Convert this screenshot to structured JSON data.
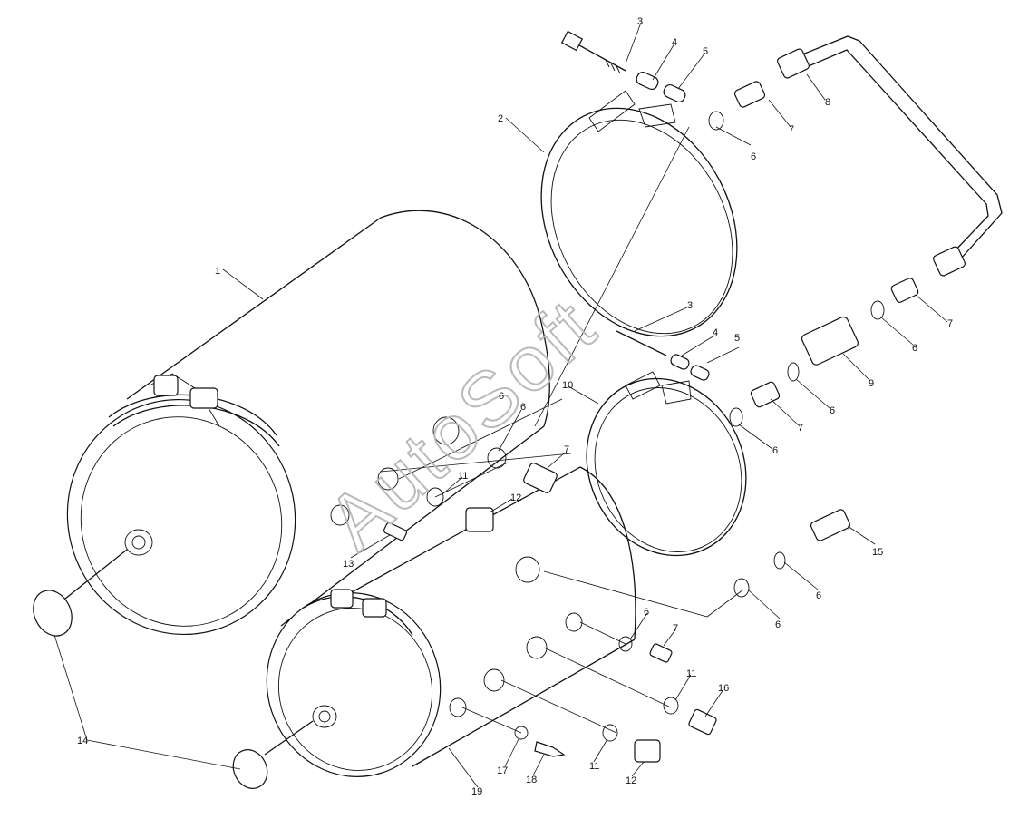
{
  "watermark": "AutoSoft",
  "callouts": {
    "c1": "1",
    "c2": "2",
    "c3a": "3",
    "c3b": "3",
    "c4a": "4",
    "c4b": "4",
    "c5a": "5",
    "c5b": "5",
    "c6a": "6",
    "c6b": "6",
    "c6c": "6",
    "c6d": "6",
    "c6e": "6",
    "c6f": "6",
    "c6g": "6",
    "c6h": "6",
    "c6i": "6",
    "c7a": "7",
    "c7b": "7",
    "c7c": "7",
    "c7d": "7",
    "c7e": "7",
    "c8": "8",
    "c9": "9",
    "c10": "10",
    "c11a": "11",
    "c11b": "11",
    "c11c": "11",
    "c12a": "12",
    "c12b": "12",
    "c13": "13",
    "c14": "14",
    "c15": "15",
    "c16": "16",
    "c17": "17",
    "c18": "18",
    "c19": "19"
  }
}
